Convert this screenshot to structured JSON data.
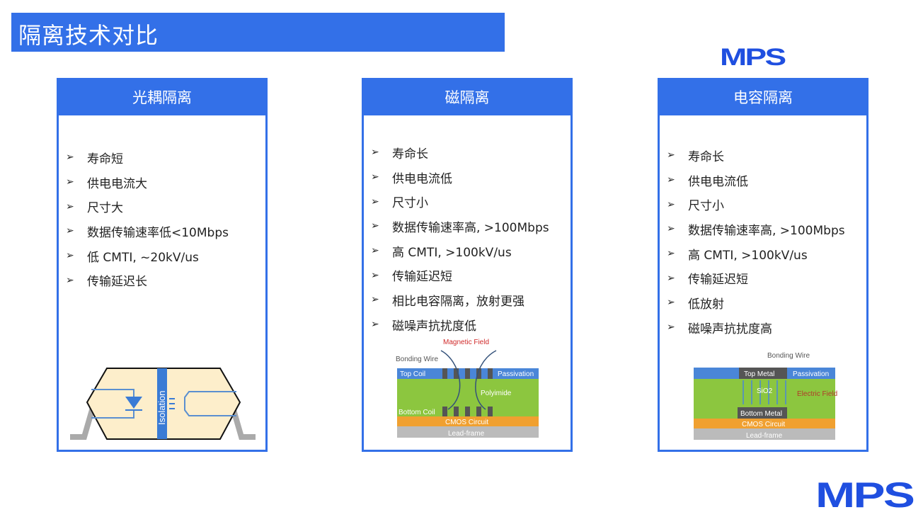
{
  "title": "隔离技术对比",
  "logo": "MPS",
  "bullet": "➢",
  "cards": [
    {
      "header": "光耦隔离",
      "items": [
        "寿命短",
        "供电电流大",
        "尺寸大",
        "数据传输速率低<10Mbps",
        "低  CMTI, ~20kV/us",
        "传输延迟长"
      ],
      "diagram": {
        "isolation": "Isolation"
      }
    },
    {
      "header": "磁隔离",
      "items": [
        "寿命长",
        "供电电流低",
        "尺寸小",
        "数据传输速率高, >100Mbps",
        "高 CMTI, >100kV/us",
        "传输延迟短",
        "相比电容隔离，放射更强",
        "磁噪声抗扰度低"
      ],
      "diagram": {
        "field": "Magnetic Field",
        "wire": "Bonding Wire",
        "top": "Top Coil",
        "passivation": "Passivation",
        "polyimide": "Polyimide",
        "bottom": "Bottom Coil",
        "cmos": "CMOS Circuit",
        "lead": "Lead-frame"
      }
    },
    {
      "header": "电容隔离",
      "items": [
        "寿命长",
        "供电电流低",
        "尺寸小",
        "数据传输速率高, >100Mbps",
        "高 CMTI, >100kV/us",
        "传输延迟短",
        "低放射",
        "磁噪声抗扰度高"
      ],
      "diagram": {
        "wire": "Bonding Wire",
        "top": "Top Metal",
        "passivation": "Passivation",
        "sio2": "SiO2",
        "field": "Electric Field",
        "bottom": "Bottom Metal",
        "cmos": "CMOS Circuit",
        "lead": "Lead-frame"
      }
    }
  ],
  "colors": {
    "accent": "#3370e8",
    "logo": "#1f4fe0"
  }
}
